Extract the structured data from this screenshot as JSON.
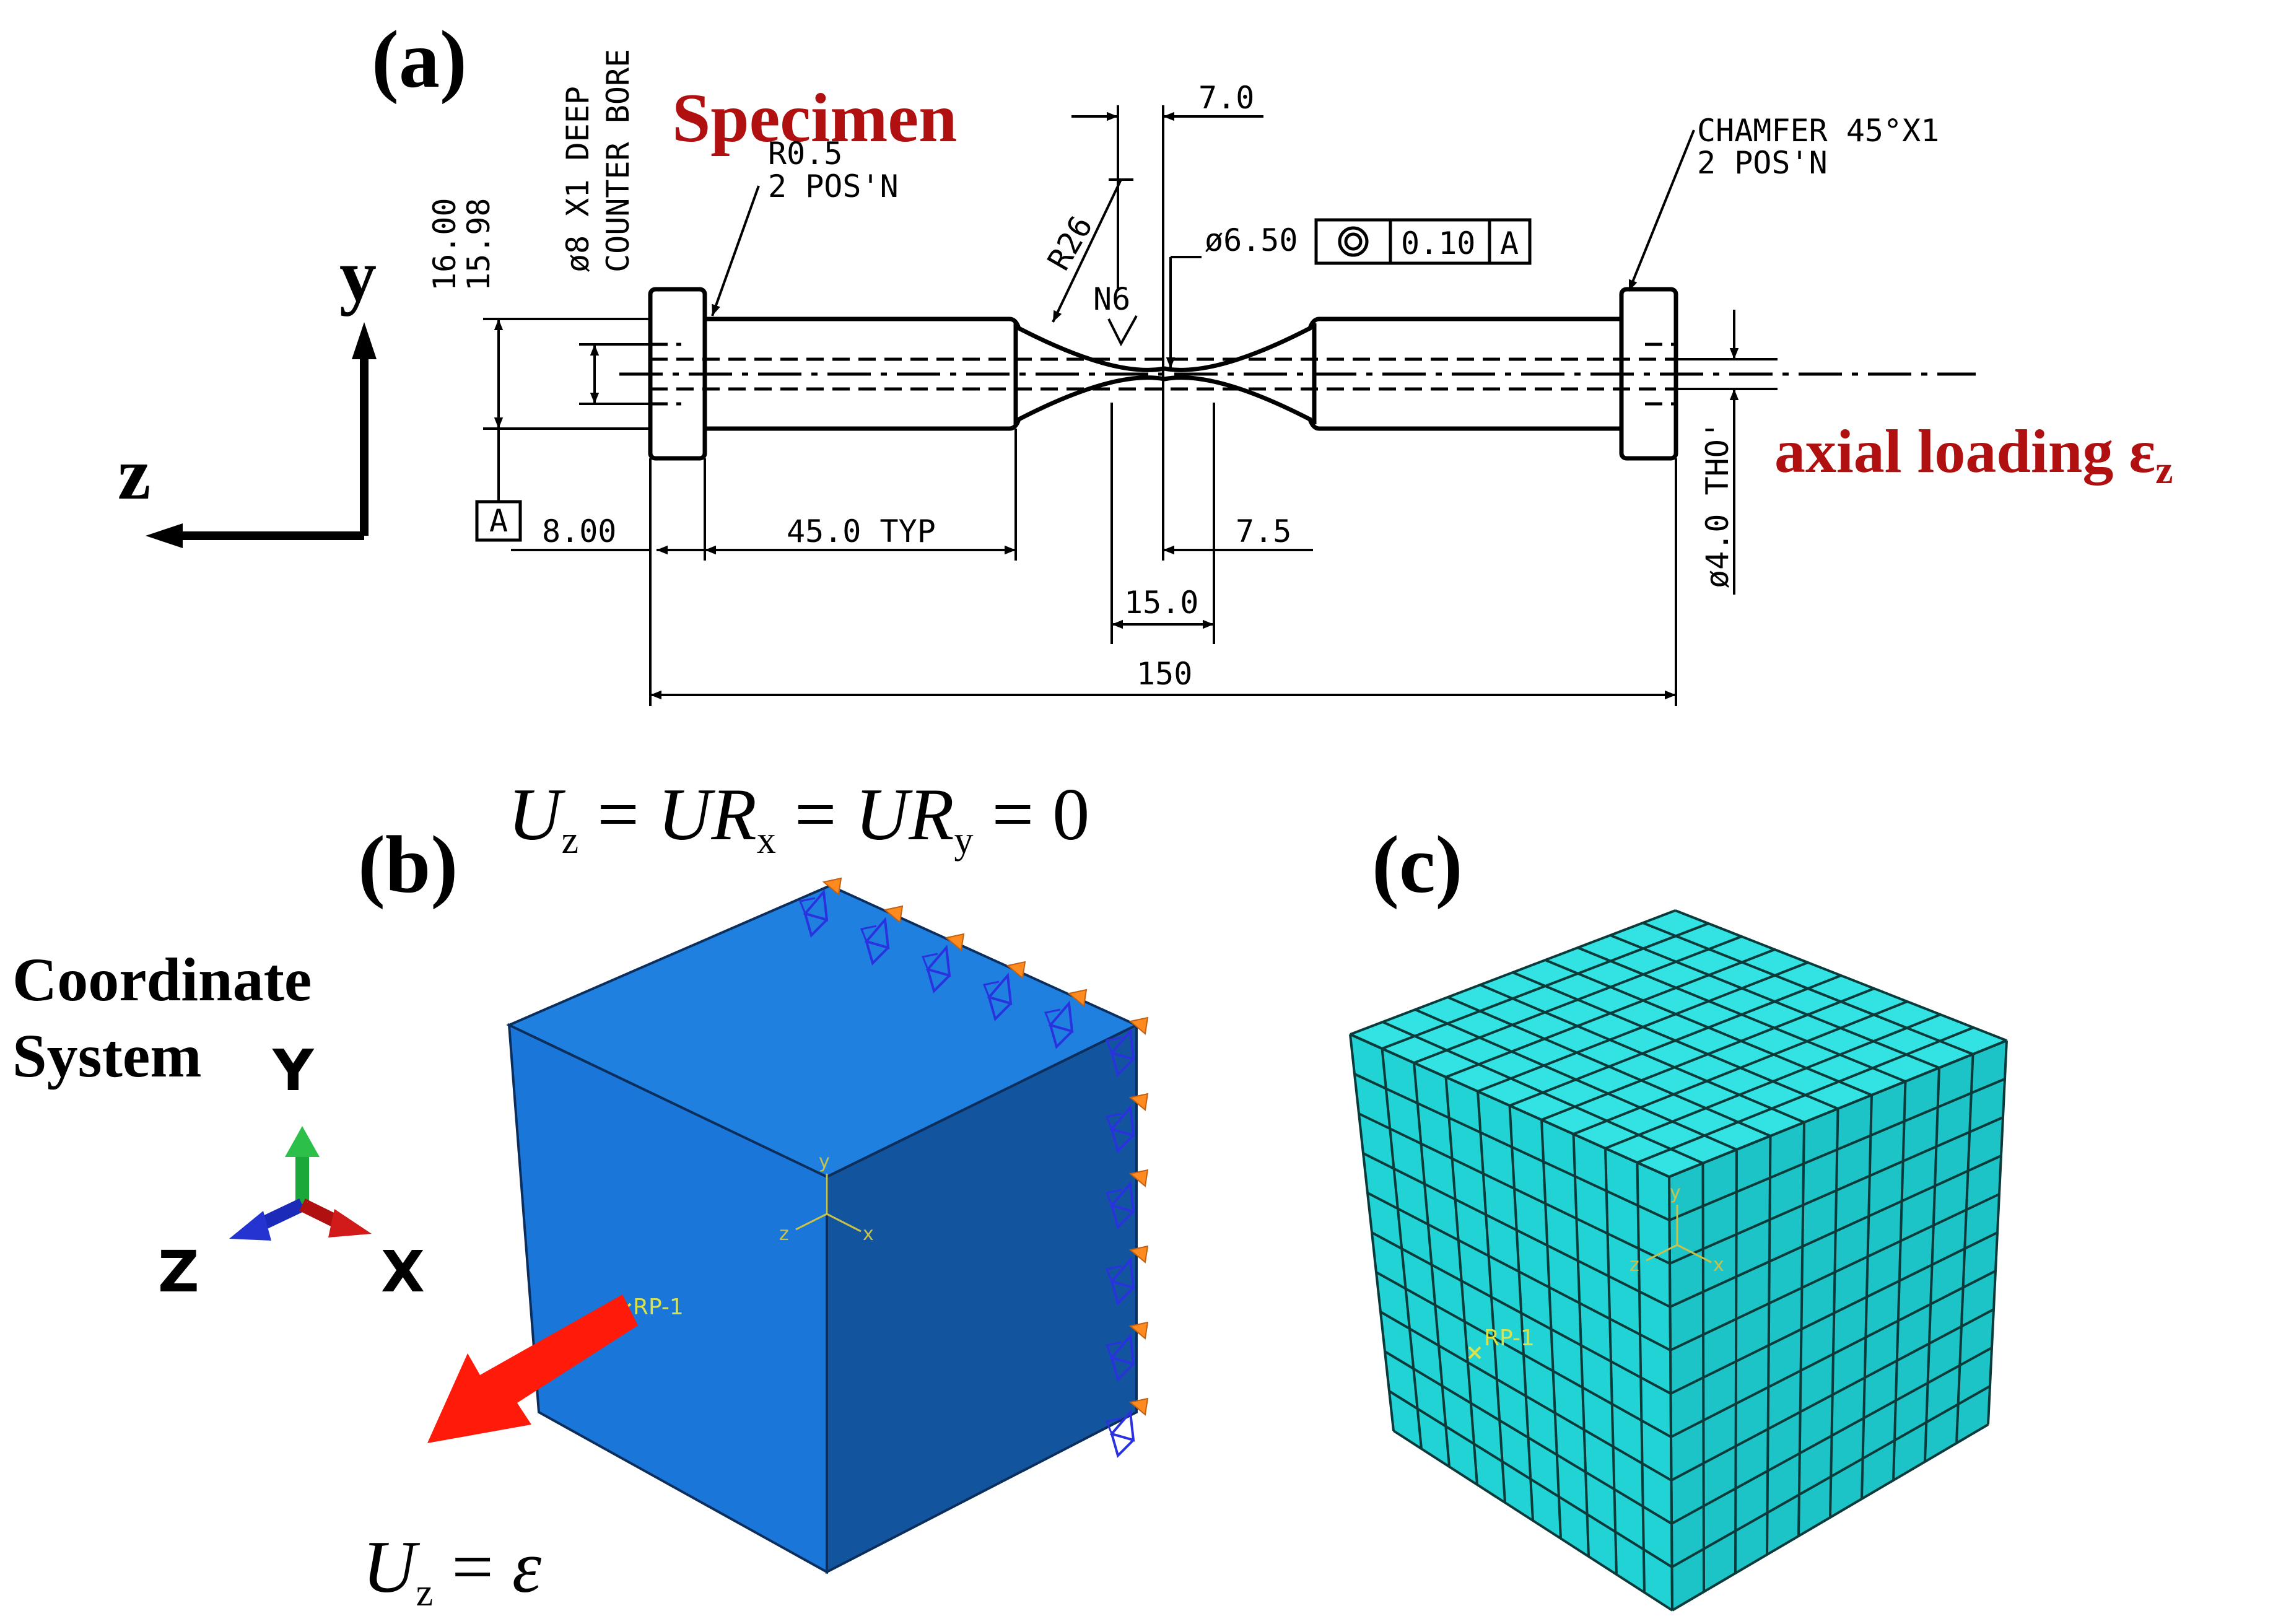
{
  "panels": {
    "a": "(a)",
    "b": "(b)",
    "c": "(c)"
  },
  "drawing": {
    "title": "Specimen",
    "load_label_prefix": "axial loading ",
    "load_label_symbol": "ε",
    "load_label_sub": "z",
    "axes": {
      "y": "y",
      "z": "z"
    },
    "dims": {
      "dia_main_1": "16.00",
      "dia_main_2": "15.98",
      "bore_1": "ø8 X1 DEEP",
      "bore_2": "COUNTER BORE",
      "fillet_1": "R0.5",
      "fillet_2": "2 POS'N",
      "neck_radius": "R26",
      "neck_offset": "7.0",
      "neck_dia": "ø6.50",
      "tol_value": "0.10",
      "datum": "A",
      "finish": "N6",
      "chamfer_1": "CHAMFER 45°X1",
      "chamfer_2": "2 POS'N",
      "hole_dia": "ø4.0 THO'",
      "head_len": "8.00",
      "shank_len": "45.0 TYP",
      "gauge_half": "7.5",
      "gauge_len": "15.0",
      "total_len": "150"
    }
  },
  "model": {
    "bc_top": {
      "U": "U",
      "sub_z": "z",
      "eq": " = ",
      "UR": "UR",
      "sub_x": "x",
      "sub_y": "y",
      "zero": "0"
    },
    "bc_bottom": {
      "U": "U",
      "sub_z": "z",
      "eq": " = ",
      "eps": "ε"
    },
    "coord_title_1": "Coordinate",
    "coord_title_2": "System",
    "triad": {
      "x": "X",
      "y": "Y",
      "z": "Z"
    },
    "ref_point": "RP-1",
    "mini_axes": {
      "x": "x",
      "y": "y",
      "z": "z"
    }
  },
  "colors": {
    "label_red": "#b01010",
    "cube_top": "#1f80e0",
    "cube_front": "#1a6fd0",
    "cube_side": "#11519a",
    "mesh": "#22d8d8",
    "load_arrow": "#ff1a0a",
    "bc_blue": "#2a32e0",
    "bc_orange": "#ff8a20",
    "rp_yellow": "#d9e24a"
  }
}
